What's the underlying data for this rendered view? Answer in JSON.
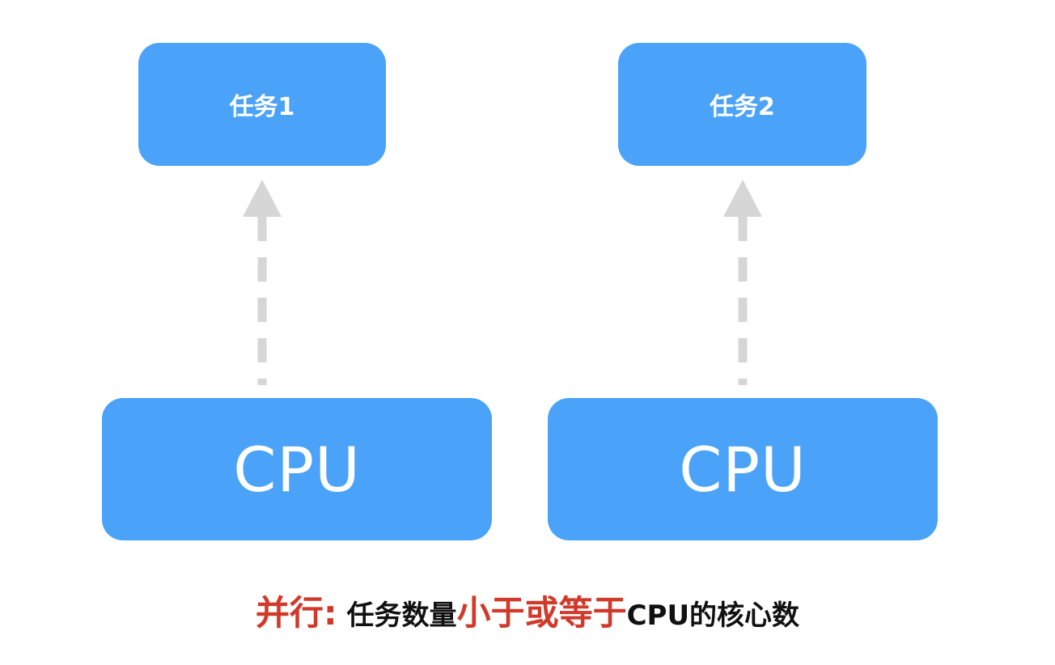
{
  "diagram": {
    "tasks": [
      {
        "label": "任务1"
      },
      {
        "label": "任务2"
      }
    ],
    "processors": [
      {
        "label": "CPU"
      },
      {
        "label": "CPU"
      }
    ],
    "caption": {
      "term": "并行:",
      "part1": " 任务数量",
      "emphasis": "小于或等于",
      "part2": "CPU的核心数"
    }
  },
  "colors": {
    "box_fill": "#4aa3f8",
    "box_text": "#ffffff",
    "arrow": "#d6d6d6",
    "caption_emphasis": "#d03a2a",
    "caption_text": "#111111"
  }
}
